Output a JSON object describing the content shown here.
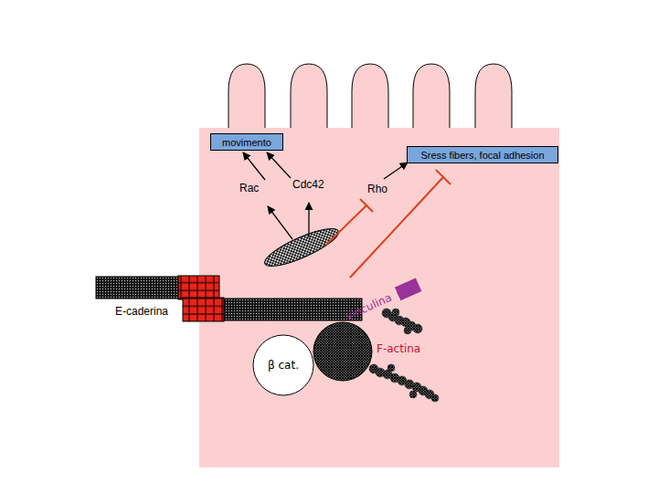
{
  "diagram": {
    "nodes": [
      {
        "text": [
          "movimento"
        ]
      },
      {
        "text": [
          "Sress fibers, focal adhesion"
        ]
      },
      {
        "text": [
          "vinculina"
        ]
      },
      {
        "text": [
          "β cat."
        ]
      }
    ],
    "labels": [
      "Rac",
      "Cdc42",
      "Rho",
      "E-caderina",
      "F-actina"
    ]
  }
}
